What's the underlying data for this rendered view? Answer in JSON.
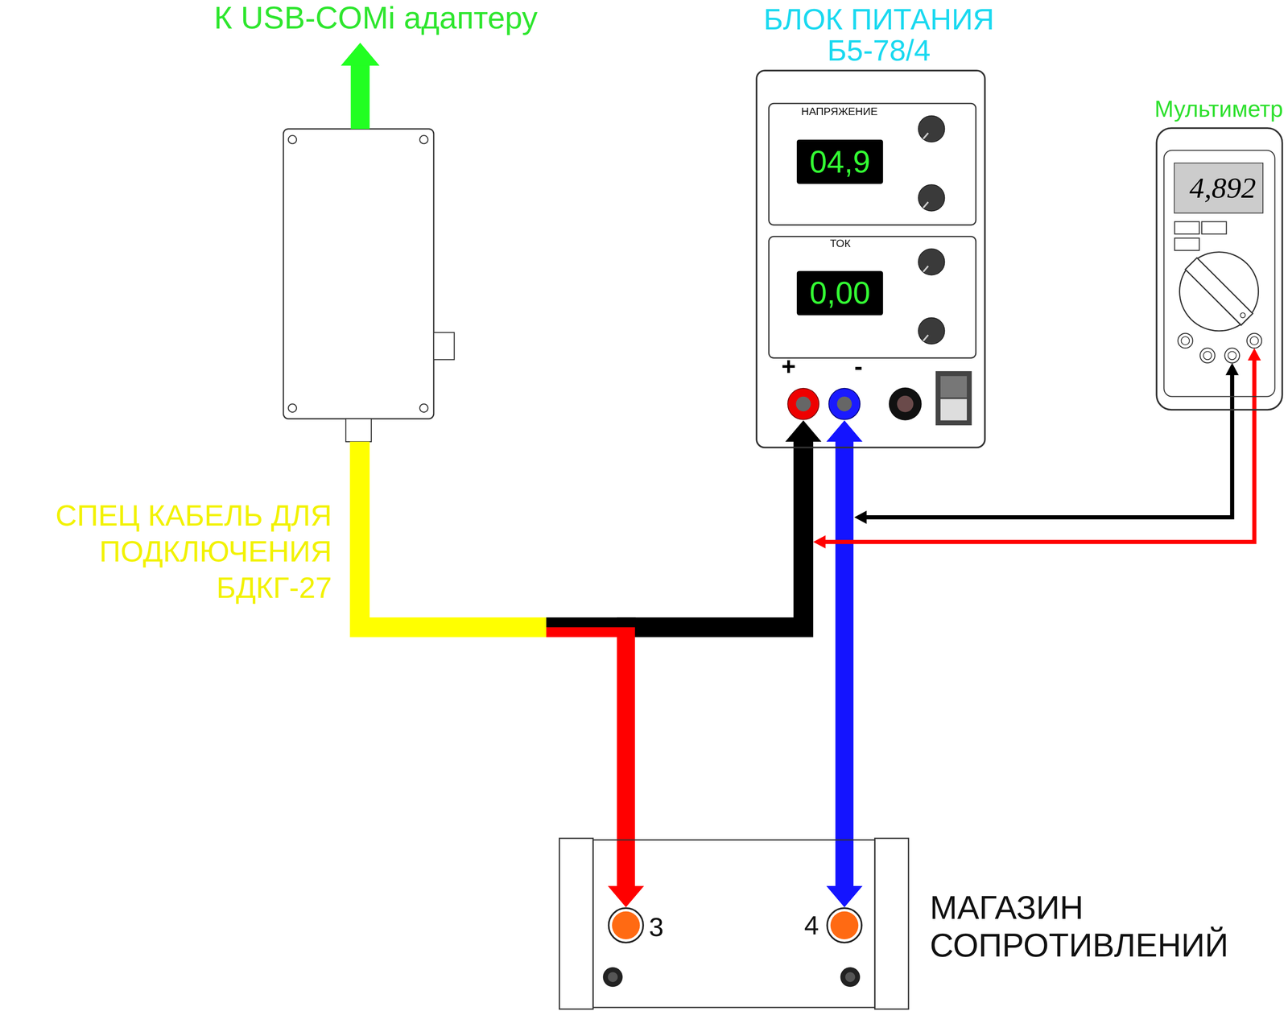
{
  "diagram": {
    "nodes": [
      {
        "text": [
          "БЛОК ПИТАНИЯ Б5-78/4"
        ]
      },
      {
        "text": [
          "НАПРЯЖЕНИЕ",
          "04,9"
        ],
        "in": 0
      },
      {
        "text": [
          "ТОК",
          "0,00"
        ],
        "in": 0
      },
      {
        "text": [
          "+"
        ],
        "in": 0
      },
      {
        "text": [
          "-"
        ],
        "in": 0
      },
      {
        "text": [
          "Мультиметр",
          "4,892"
        ]
      },
      {
        "text": [
          "МАГАЗИН СОПРОТИВЛЕНИЙ"
        ]
      },
      {
        "text": [
          "3"
        ],
        "in": 6
      },
      {
        "text": [
          "4"
        ],
        "in": 6
      }
    ],
    "edges": [
      {
        "from": 3,
        "to": 7,
        "arrow": "both"
      },
      {
        "from": 4,
        "to": 8,
        "arrow": "both"
      }
    ],
    "labels": [
      "К USB-COMi адаптеру",
      "СПЕЦ КАБЕЛЬ ДЛЯ ПОДКЛЮЧЕНИЯ БДКГ-27"
    ]
  }
}
